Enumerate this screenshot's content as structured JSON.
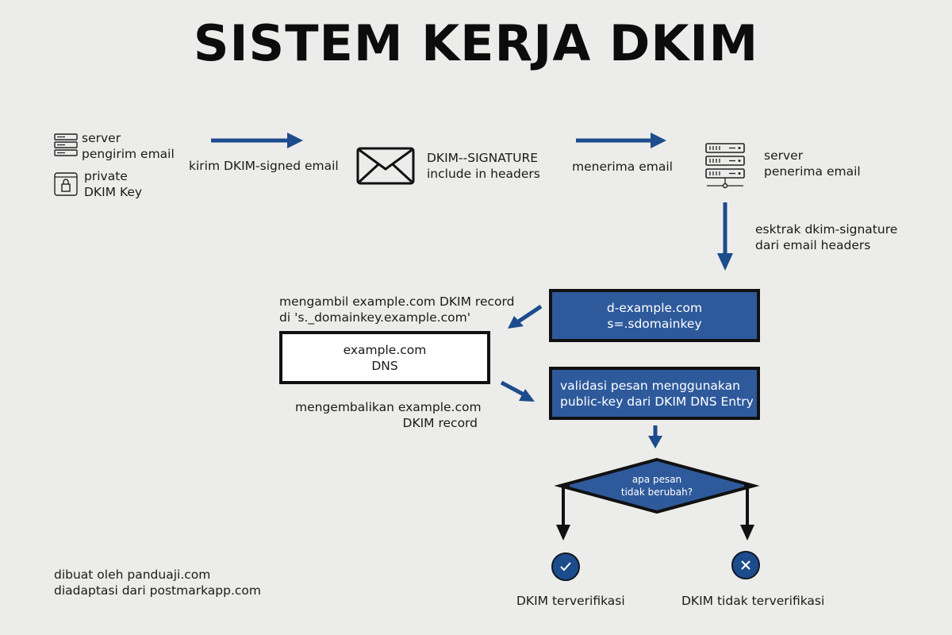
{
  "title": "SISTEM KERJA DKIM",
  "sender": {
    "server_line1": "server",
    "server_line2": "pengirim email",
    "key_line1": "private",
    "key_line2": "DKIM Key"
  },
  "edge_send": "kirim DKIM-signed email",
  "envelope": {
    "line1": "DKIM--SIGNATURE",
    "line2": "include in headers"
  },
  "edge_receive": "menerima email",
  "receiver": {
    "line1": "server",
    "line2": "penerima email"
  },
  "extract": {
    "line1": "esktrak dkim-signature",
    "line2": "dari email headers"
  },
  "signature_box": {
    "line1": "d-example.com",
    "line2": "s=.sdomainkey"
  },
  "fetch": {
    "line1": "mengambil example.com DKIM record",
    "line2": "di 's._domainkey.example.com'"
  },
  "dns_box": {
    "line1": "example.com",
    "line2": "DNS"
  },
  "return": {
    "line1": "mengembalikan example.com",
    "line2": "DKIM record"
  },
  "validate_box": {
    "line1": "validasi pesan menggunakan",
    "line2": "public-key dari DKIM DNS Entry"
  },
  "decision": {
    "line1": "apa pesan",
    "line2": "tidak berubah?"
  },
  "outcome_yes": "DKIM terverifikasi",
  "outcome_no": "DKIM tidak terverifikasi",
  "footer": {
    "line1": "dibuat oleh panduaji.com",
    "line2": "diadaptasi dari postmarkapp.com"
  },
  "icons": {
    "check": "check-icon",
    "cross": "x-icon"
  },
  "colors": {
    "accent": "#1d4c8c",
    "box": "#2e5a9c",
    "background": "#ecedeb"
  }
}
